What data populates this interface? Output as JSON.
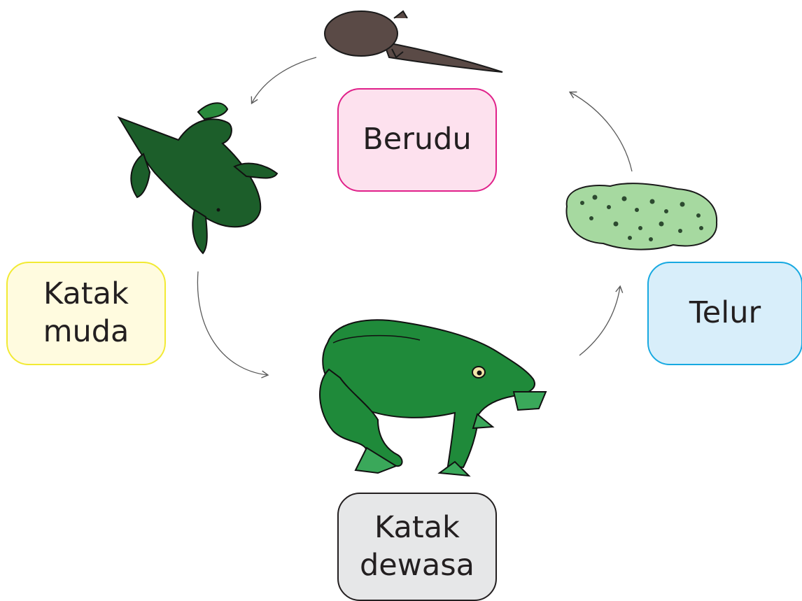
{
  "stages": {
    "berudu": "Berudu",
    "telur": "Telur",
    "katak_muda": [
      "Katak",
      "muda"
    ],
    "katak_dewasa": [
      "Katak",
      "dewasa"
    ]
  },
  "colors": {
    "berudu_fill": "#fde1ee",
    "berudu_border": "#e0218a",
    "telur_fill": "#d8eefa",
    "telur_border": "#17a9e1",
    "katak_muda_fill": "#fffbdf",
    "katak_muda_border": "#f2ea33",
    "katak_dewasa_fill": "#e6e7e8",
    "katak_dewasa_border": "#231f20",
    "frog_green": "#1f8a3a",
    "froglet_green": "#1c5e2a",
    "tadpole_brown": "#5a4a46",
    "egg_green": "#a6d9a0",
    "arrow": "#5a5a5a"
  },
  "illustrations": [
    "tadpole-illustration",
    "froglet-illustration",
    "egg-mass-illustration",
    "adult-frog-illustration"
  ]
}
